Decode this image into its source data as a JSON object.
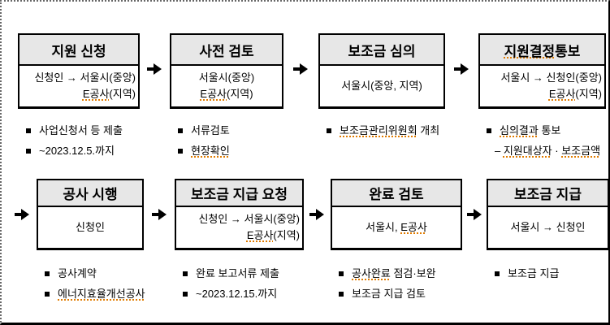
{
  "diagram": {
    "colors": {
      "page_bg": "#ffffff",
      "header_bg": "#e7e7e7",
      "box_border": "#000000",
      "squiggle_underline": "#e07b00"
    },
    "icons": {
      "flow_arrow": "right-arrow",
      "note_bullet": "black-square"
    },
    "rows": [
      {
        "boxes": [
          {
            "title": [
              {
                "t": "지원 신청"
              }
            ],
            "body": [
              [
                {
                  "t": "신청인 → 서울시(중앙)"
                }
              ],
              [
                {
                  "t": "E공사",
                  "sq": true
                },
                {
                  "t": "(지역)"
                }
              ]
            ],
            "notes": [
              [
                {
                  "t": "사업신청서 등 제출"
                }
              ],
              [
                {
                  "t": "~2023.12.5.까지"
                }
              ]
            ]
          },
          {
            "title": [
              {
                "t": "사전 검토"
              }
            ],
            "body": [
              [
                {
                  "t": "서울시(중앙)"
                }
              ],
              [
                {
                  "t": "E공사",
                  "sq": true
                },
                {
                  "t": "(지역)"
                }
              ]
            ],
            "notes": [
              [
                {
                  "t": "서류검토"
                }
              ],
              [
                {
                  "t": "현장확인",
                  "sq": true
                }
              ]
            ]
          },
          {
            "title": [
              {
                "t": "보조금 심의"
              }
            ],
            "body": [
              [
                {
                  "t": "서울시(중앙, 지역)"
                }
              ]
            ],
            "notes": [
              [
                {
                  "t": "보조금관리위원회",
                  "sq": true
                },
                {
                  "t": " 개최"
                }
              ]
            ]
          },
          {
            "title": [
              {
                "t": "지원결정",
                "sq": true
              },
              {
                "t": " 통보"
              }
            ],
            "body": [
              [
                {
                  "t": "서울시 → 신청인(중앙)"
                }
              ],
              [
                {
                  "t": "E공사",
                  "sq": true
                },
                {
                  "t": "(지역)"
                }
              ]
            ],
            "notes": [
              [
                {
                  "t": "심의결과",
                  "sq": true
                },
                {
                  "t": " 통보"
                }
              ],
              [
                {
                  "t": "– "
                },
                {
                  "t": "지원대상자",
                  "sq": true
                },
                {
                  "t": " · "
                },
                {
                  "t": "보조금액",
                  "sq": true
                }
              ]
            ]
          }
        ]
      },
      {
        "leading_arrow": true,
        "boxes": [
          {
            "title": [
              {
                "t": "공사 시행"
              }
            ],
            "body": [
              [
                {
                  "t": "신청인"
                }
              ]
            ],
            "notes": [
              [
                {
                  "t": "공사계약"
                }
              ],
              [
                {
                  "t": "에너지효율개선공사",
                  "sq": true
                }
              ]
            ]
          },
          {
            "title": [
              {
                "t": "보조금 지급 요청"
              }
            ],
            "body": [
              [
                {
                  "t": "신청인 → 서울시(중앙)"
                }
              ],
              [
                {
                  "t": "E공사",
                  "sq": true
                },
                {
                  "t": "(지역)"
                }
              ]
            ],
            "notes": [
              [
                {
                  "t": "완료 보고서류 제출"
                }
              ],
              [
                {
                  "t": "~2023.12.15.까지"
                }
              ]
            ]
          },
          {
            "title": [
              {
                "t": "완료 검토"
              }
            ],
            "body": [
              [
                {
                  "t": "서울시, "
                },
                {
                  "t": "E공사",
                  "sq": true
                }
              ]
            ],
            "notes": [
              [
                {
                  "t": "공사완료",
                  "sq": true
                },
                {
                  "t": " 점검·보완"
                }
              ],
              [
                {
                  "t": "보조금 지급 검토"
                }
              ]
            ]
          },
          {
            "title": [
              {
                "t": "보조금 지급"
              }
            ],
            "body": [
              [
                {
                  "t": "서울시 → 신청인"
                }
              ]
            ],
            "notes": [
              [
                {
                  "t": "보조금 지급"
                }
              ]
            ]
          }
        ]
      }
    ]
  }
}
